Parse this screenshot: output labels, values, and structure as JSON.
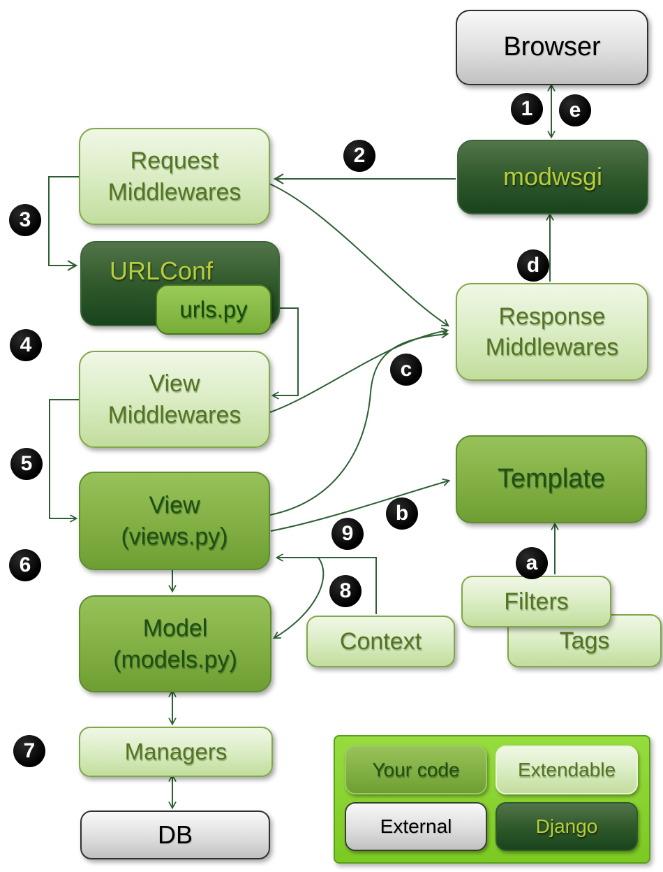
{
  "nodes": {
    "browser": {
      "label": "Browser"
    },
    "modwsgi": {
      "label": "modwsgi"
    },
    "request_middlewares": {
      "label": "Request\nMiddlewares"
    },
    "urlconf": {
      "label": "URLConf"
    },
    "urls_py": {
      "label": "urls.py"
    },
    "view_middlewares": {
      "label": "View\nMiddlewares"
    },
    "view": {
      "label": "View\n(views.py)"
    },
    "model": {
      "label": "Model\n(models.py)"
    },
    "managers": {
      "label": "Managers"
    },
    "db": {
      "label": "DB"
    },
    "response_middlewares": {
      "label": "Response\nMiddlewares"
    },
    "template": {
      "label": "Template"
    },
    "filters": {
      "label": "Filters"
    },
    "tags": {
      "label": "Tags"
    },
    "context": {
      "label": "Context"
    }
  },
  "badges": {
    "n1": "1",
    "n2": "2",
    "n3": "3",
    "n4": "4",
    "n5": "5",
    "n6": "6",
    "n7": "7",
    "n8": "8",
    "n9": "9",
    "a": "a",
    "b": "b",
    "c": "c",
    "d": "d",
    "e": "e"
  },
  "legend": {
    "items": [
      {
        "label": "Your code"
      },
      {
        "label": "Extendable"
      },
      {
        "label": "External"
      },
      {
        "label": "Django"
      }
    ]
  },
  "colors": {
    "wire": "#2d5f33",
    "pale_box": "#d8eabc",
    "medium_box": "#7fae41",
    "dark_box": "#2d5430",
    "gray_box": "#dddddd",
    "legend_background": "#85cf2e",
    "badge_background": "#000000",
    "dark_box_text": "#b8ce39"
  }
}
